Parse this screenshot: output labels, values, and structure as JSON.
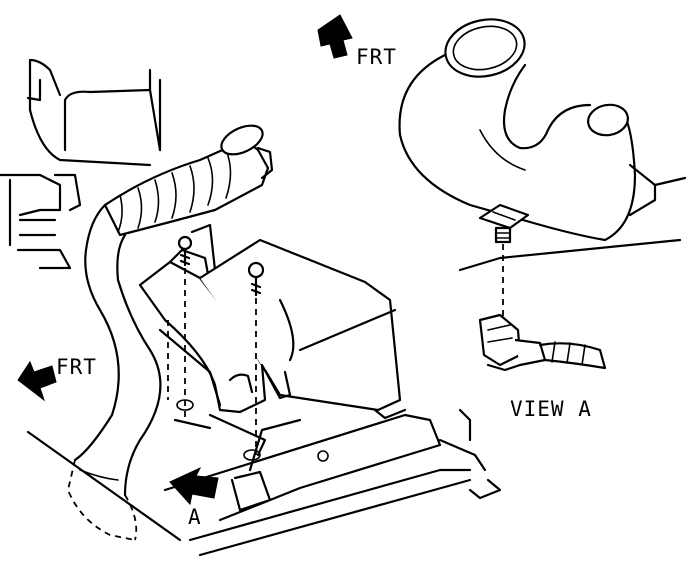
{
  "labels": {
    "front_top": "FRT",
    "front_left": "FRT",
    "view_callout": "A",
    "view_title": "VIEW A"
  },
  "colors": {
    "ink": "#000000",
    "paper": "#ffffff"
  }
}
